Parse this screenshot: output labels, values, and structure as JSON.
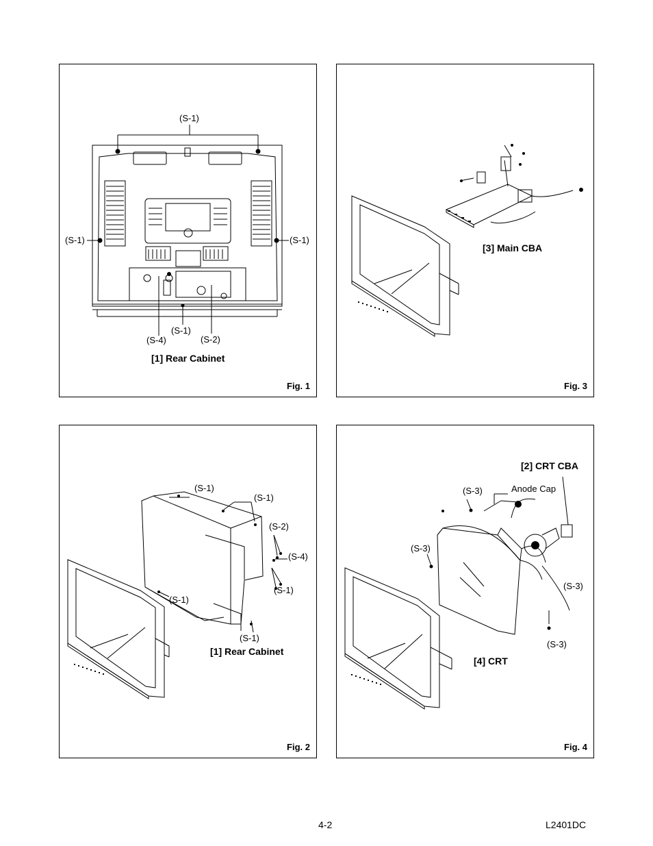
{
  "fig1": {
    "screw_top": "(S-1)",
    "screw_left": "(S-1)",
    "screw_right": "(S-1)",
    "screw_s4": "(S-4)",
    "screw_bottom": "(S-1)",
    "screw_s2": "(S-2)",
    "part_label": "[1] Rear Cabinet",
    "fig_label": "Fig. 1"
  },
  "fig2": {
    "s1_a": "(S-1)",
    "s1_b": "(S-1)",
    "s2": "(S-2)",
    "s4": "(S-4)",
    "s1_c": "(S-1)",
    "s1_d": "(S-1)",
    "s1_e": "(S-1)",
    "part_label": "[1] Rear Cabinet",
    "fig_label": "Fig. 2"
  },
  "fig3": {
    "part_label": "[3] Main CBA",
    "fig_label": "Fig. 3"
  },
  "fig4": {
    "crt_cba": "[2] CRT CBA",
    "s3_a": "(S-3)",
    "anode_cap": "Anode Cap",
    "s3_b": "(S-3)",
    "s3_c": "(S-3)",
    "s3_d": "(S-3)",
    "crt": "[4] CRT",
    "fig_label": "Fig. 4"
  },
  "footer": {
    "page_number": "4-2",
    "model": "L2401DC"
  }
}
